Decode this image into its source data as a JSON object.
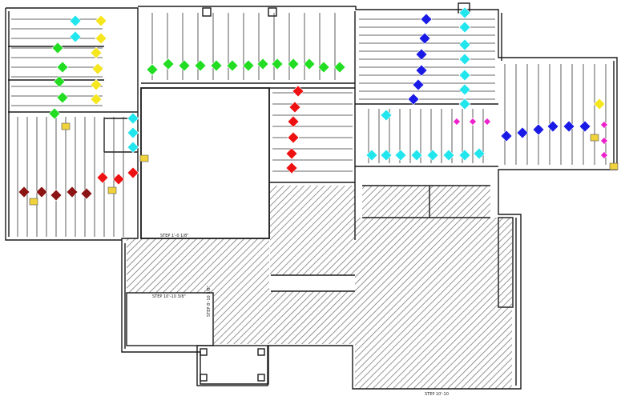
{
  "colors": {
    "background": "#ffffff",
    "line": "#1a1a1a",
    "hatch": "#7a7a7a",
    "marker_green": "#22dd22",
    "marker_cyan": "#22e6ee",
    "marker_yellow": "#f5e61e",
    "marker_red": "#ee1111",
    "marker_darkred": "#8b1414",
    "marker_blue": "#1a1ae6",
    "marker_magenta": "#ee22cc",
    "tag_fill": "#f0d23a"
  },
  "labels": {
    "step_label_1": "STEP 1'-0 1/8\"",
    "step_label_2": "STEP 10'-10 3/8\"",
    "step_label_3": "STEP 8'-10 3/8\"",
    "bottom_label": "STEP 10'-10"
  },
  "marker_groups": [
    {
      "name": "green-joist-markers",
      "color_key": "marker_green"
    },
    {
      "name": "cyan-joist-markers",
      "color_key": "marker_cyan"
    },
    {
      "name": "yellow-joist-markers",
      "color_key": "marker_yellow"
    },
    {
      "name": "red-joist-markers",
      "color_key": "marker_red"
    },
    {
      "name": "darkred-joist-markers",
      "color_key": "marker_darkred"
    },
    {
      "name": "blue-joist-markers",
      "color_key": "marker_blue"
    },
    {
      "name": "magenta-joist-markers",
      "color_key": "marker_magenta"
    }
  ]
}
